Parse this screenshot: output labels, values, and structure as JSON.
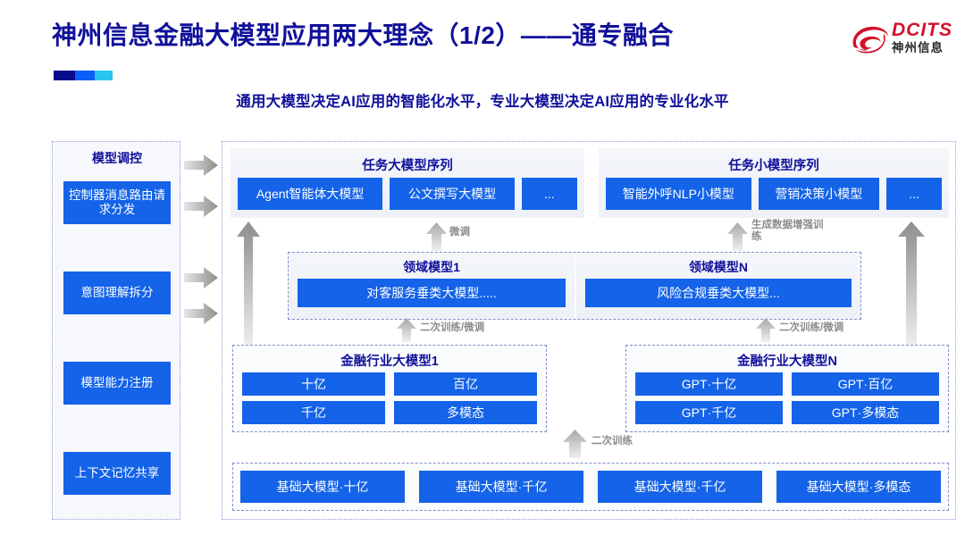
{
  "header": {
    "title": "神州信息金融大模型应用两大理念（1/2）——通专融合",
    "subtitle": "通用大模型决定AI应用的智能化水平，专业大模型决定AI应用的专业化水平",
    "accent_colors": [
      "#0a0a8c",
      "#0b5ef5",
      "#29c5f0"
    ],
    "title_color": "#10109a"
  },
  "logo": {
    "mark": "dcits-swirl-icon",
    "en": "DCITS",
    "cn": "神州信息",
    "red": "#d2102a"
  },
  "control_panel": {
    "title": "模型调控",
    "items": [
      {
        "label": "控制器消息路由请求分发"
      },
      {
        "label": "意图理解拆分"
      },
      {
        "label": "模型能力注册"
      },
      {
        "label": "上下文记忆共享"
      }
    ]
  },
  "task_models": {
    "large": {
      "title": "任务大模型序列",
      "chips": [
        "Agent智能体大模型",
        "公文撰写大模型",
        "..."
      ]
    },
    "small": {
      "title": "任务小模型序列",
      "chips": [
        "智能外呼NLP小模型",
        "营销决策小模型",
        "..."
      ]
    }
  },
  "domain_models": [
    {
      "title": "领域模型1",
      "chip": "对客服务垂类大模型....."
    },
    {
      "title": "领域模型N",
      "chip": "风险合规垂类大模型..."
    }
  ],
  "industry_models": [
    {
      "title": "金融行业大模型1",
      "chips": [
        "十亿",
        "百亿",
        "千亿",
        "多模态"
      ]
    },
    {
      "title": "金融行业大模型N",
      "chips": [
        "GPT·十亿",
        "GPT·百亿",
        "GPT·千亿",
        "GPT·多模态"
      ]
    }
  ],
  "base_models": {
    "chips": [
      "基础大模型·十亿",
      "基础大模型·千亿",
      "基础大模型·千亿",
      "基础大模型·多模态"
    ]
  },
  "flow_labels": {
    "finetune": "微调",
    "data_aug": "生成数据增强训练",
    "retrain_finetune_left": "二次训练/微调",
    "retrain_finetune_right": "二次训练/微调",
    "retrain": "二次训练"
  },
  "colors": {
    "chip_blue": "#1463e8",
    "frame_dotted": "#8f9fd4",
    "arrow_gray": "#9a9a9a"
  }
}
